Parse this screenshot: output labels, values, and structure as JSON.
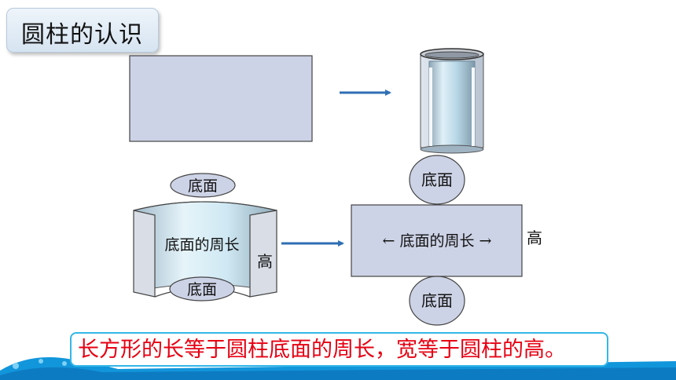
{
  "title": "圆柱的认识",
  "labels": {
    "base_face": "底面",
    "base_circumference": "底面的周长",
    "height": "高",
    "circumference_with_arrows": "← 底面的周长 →"
  },
  "conclusion": "长方形的长等于圆柱底面的周长，宽等于圆柱的高。",
  "colors": {
    "panel_fill": "#cdd3e6",
    "arrow": "#2f6fb3",
    "conclusion_text": "#e60012",
    "conclusion_border": "#33b7e8",
    "wave": "#1296db"
  }
}
